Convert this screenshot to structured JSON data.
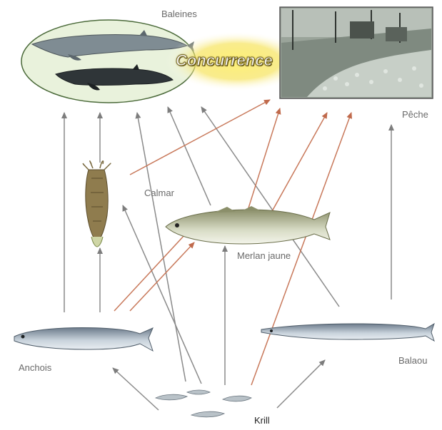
{
  "labels": {
    "baleines": "Baleines",
    "peche": "Pêche",
    "calmar": "Calmar",
    "merlan": "Merlan jaune",
    "anchois": "Anchois",
    "balaou": "Balaou",
    "krill": "Krill",
    "concurrence": "Concurrence"
  },
  "colors": {
    "gray_arrow": "#8a8a8a",
    "red_arrow": "#c8785a",
    "yellow_glow": "#f3e25a",
    "ellipse_fill": "#e9f2dc",
    "ellipse_stroke": "#4b6a3a"
  }
}
